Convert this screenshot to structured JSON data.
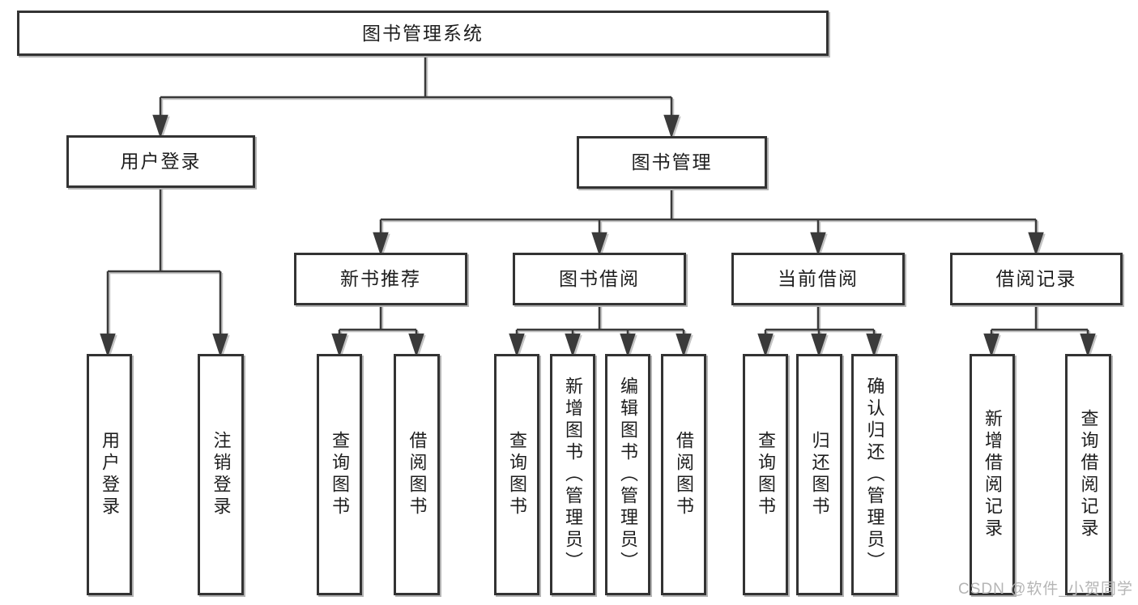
{
  "tree": {
    "root": {
      "label": "图书管理系统",
      "children": [
        {
          "label": "用户登录",
          "children": [
            {
              "label": "用户登录"
            },
            {
              "label": "注销登录"
            }
          ]
        },
        {
          "label": "图书管理",
          "children": [
            {
              "label": "新书推荐",
              "children": [
                {
                  "label": "查询图书"
                },
                {
                  "label": "借阅图书"
                }
              ]
            },
            {
              "label": "图书借阅",
              "children": [
                {
                  "label": "查询图书"
                },
                {
                  "label": "新增图书（管理员）"
                },
                {
                  "label": "编辑图书（管理员）"
                },
                {
                  "label": "借阅图书"
                }
              ]
            },
            {
              "label": "当前借阅",
              "children": [
                {
                  "label": "查询图书"
                },
                {
                  "label": "归还图书"
                },
                {
                  "label": "确认归还（管理员）"
                }
              ]
            },
            {
              "label": "借阅记录",
              "children": [
                {
                  "label": "新增借阅记录"
                },
                {
                  "label": "查询借阅记录"
                }
              ]
            }
          ]
        }
      ]
    }
  },
  "colors": {
    "line": "#3a3a3a",
    "line_shadow": "#c0c0c0",
    "box_border": "#333333",
    "text": "#1e1e1e",
    "watermark_color": "#b5b5b5",
    "background": "#ffffff"
  },
  "watermark": "CSDN @软件_小贺同学"
}
